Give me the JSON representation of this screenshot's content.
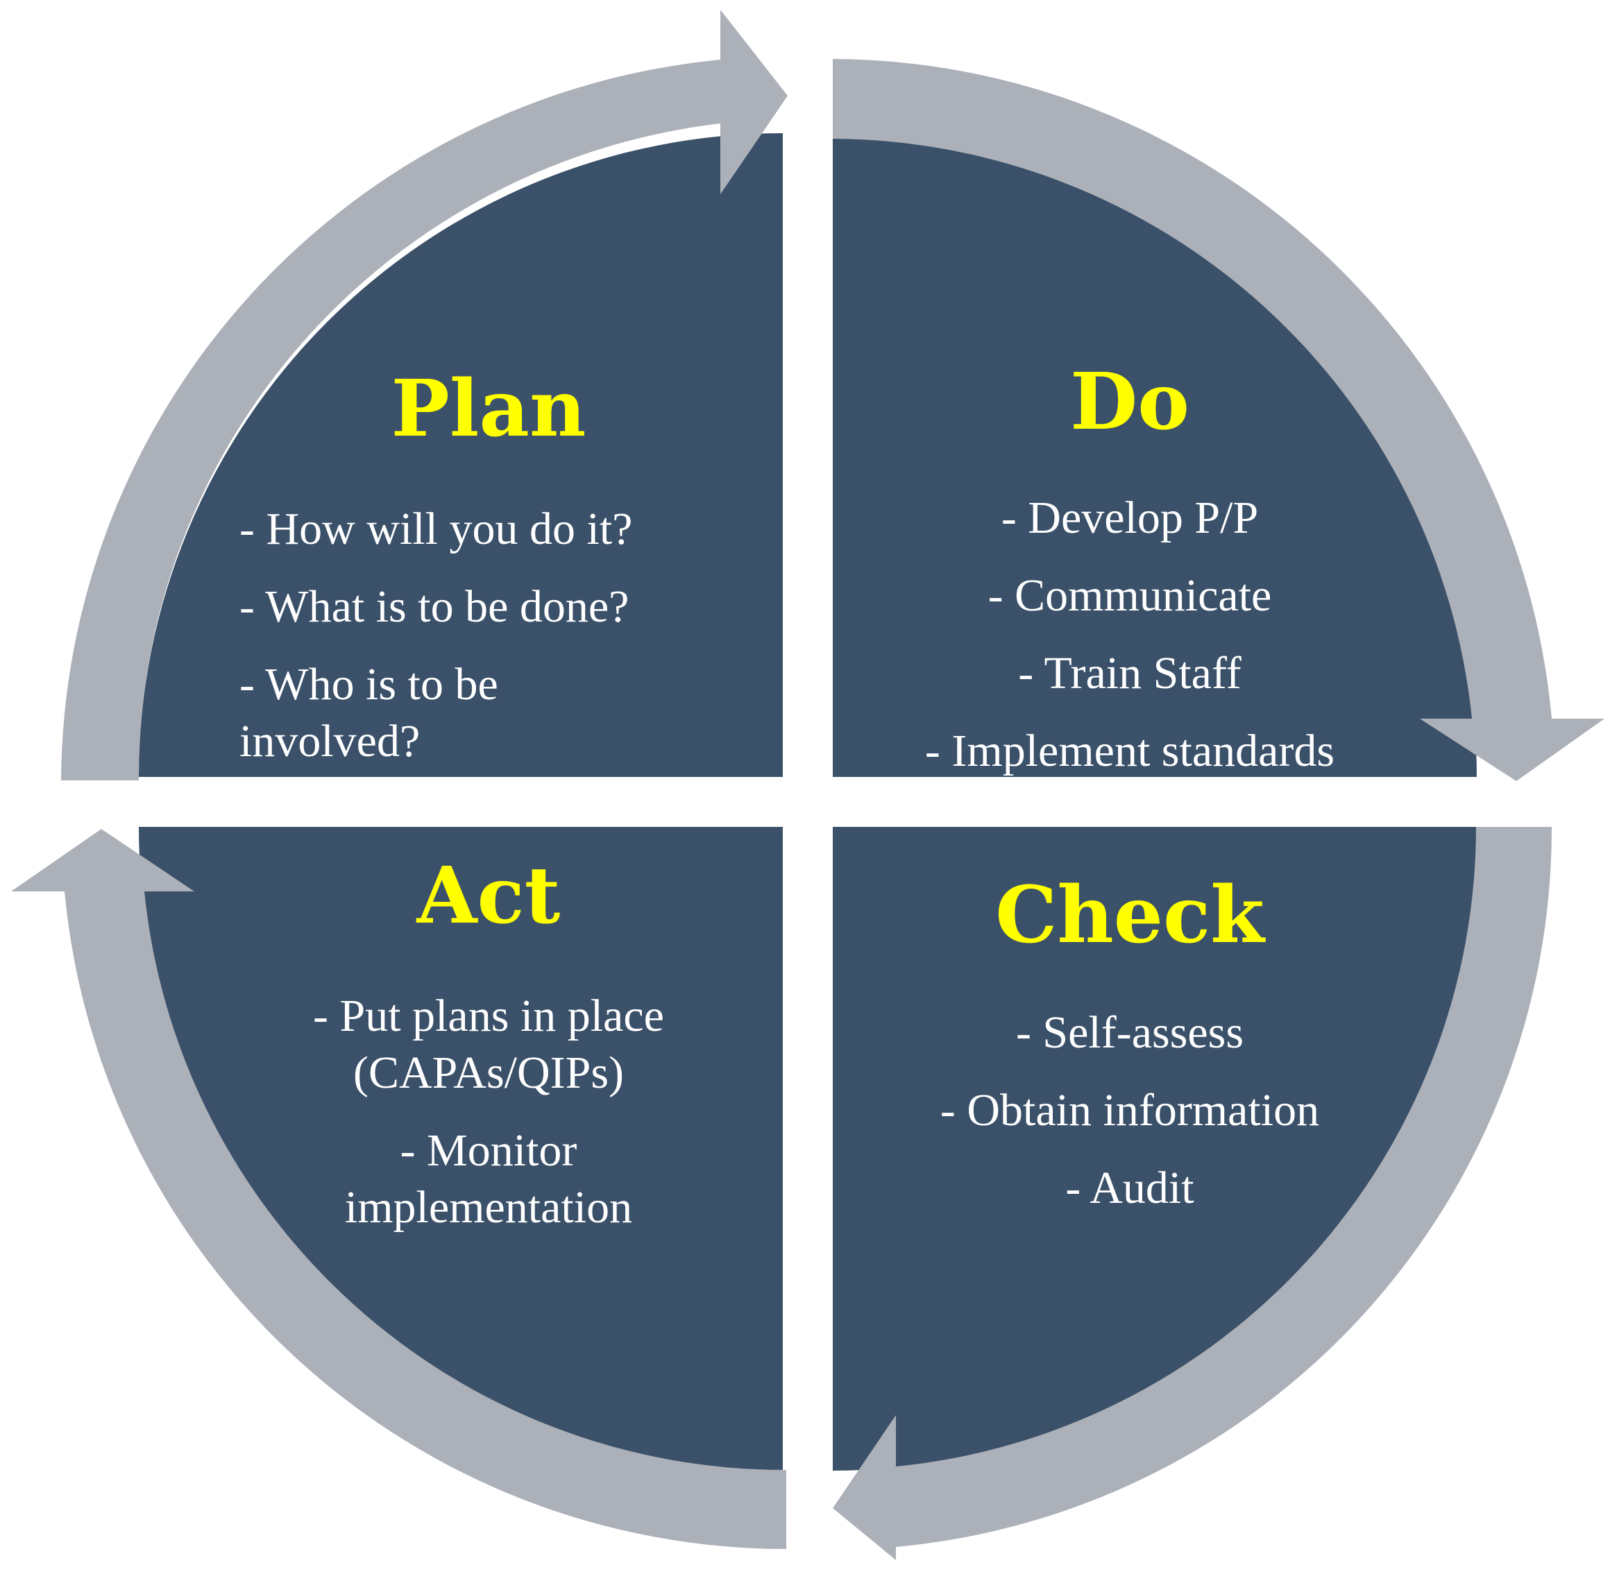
{
  "colors": {
    "quadrant": "#3b5169",
    "arrow": "#acb1b9",
    "title": "#ffff00",
    "text": "#ffffff"
  },
  "quadrants": {
    "plan": {
      "title": "Plan",
      "lines": [
        "- How will you do it?",
        "- What is to be done?",
        "- Who is to be",
        "involved?"
      ]
    },
    "do": {
      "title": "Do",
      "lines": [
        "- Develop P/P",
        "- Communicate",
        "- Train Staff",
        "- Implement standards"
      ]
    },
    "check": {
      "title": "Check",
      "lines": [
        "- Self-assess",
        "- Obtain information",
        "- Audit"
      ]
    },
    "act": {
      "title": "Act",
      "lines": [
        "- Put plans in place",
        "(CAPAs/QIPs)",
        "- Monitor",
        "implementation"
      ]
    }
  }
}
